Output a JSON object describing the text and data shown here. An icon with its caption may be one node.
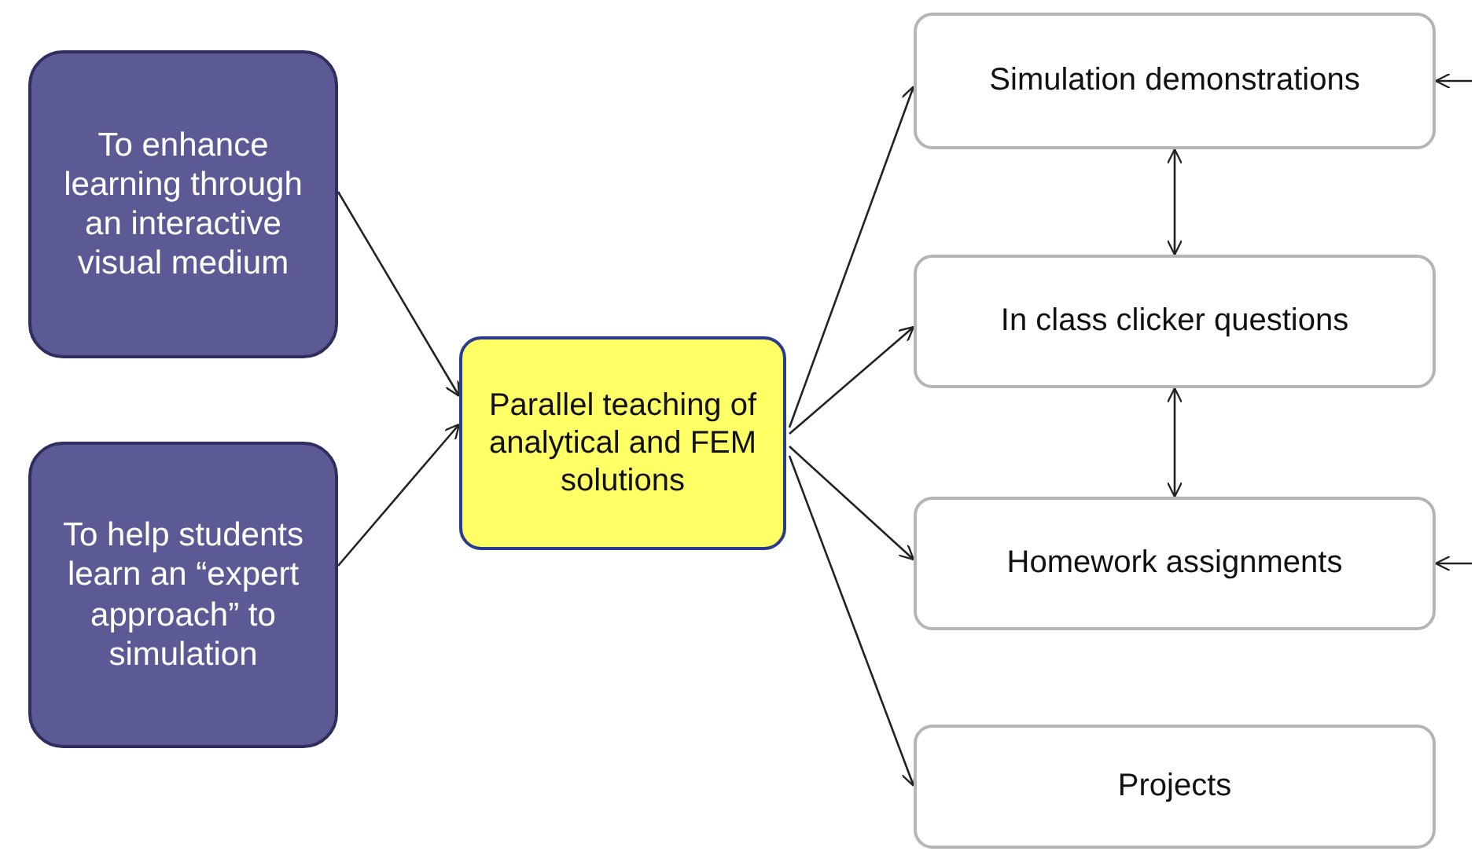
{
  "diagram": {
    "nodes": [
      {
        "text": [
          "To enhance learning through an interactive visual medium"
        ]
      },
      {
        "text": [
          "To help students learn an “expert approach” to simulation"
        ]
      },
      {
        "text": [
          "Parallel teaching of analytical and FEM solutions"
        ]
      },
      {
        "text": [
          "Simulation demonstrations"
        ]
      },
      {
        "text": [
          "In class clicker questions"
        ]
      },
      {
        "text": [
          "Homework assignments"
        ]
      },
      {
        "text": [
          "Projects"
        ]
      }
    ],
    "edges": [
      {
        "from": 0,
        "to": 2,
        "arrow": "to"
      },
      {
        "from": 1,
        "to": 2,
        "arrow": "to"
      },
      {
        "from": 2,
        "to": 3,
        "arrow": "to"
      },
      {
        "from": 2,
        "to": 4,
        "arrow": "to"
      },
      {
        "from": 2,
        "to": 5,
        "arrow": "to"
      },
      {
        "from": 2,
        "to": 6,
        "arrow": "to"
      },
      {
        "from": 3,
        "to": 4,
        "arrow": "both"
      },
      {
        "from": 4,
        "to": 5,
        "arrow": "both"
      },
      {
        "from": null,
        "to": 3,
        "arrow": "to"
      },
      {
        "from": null,
        "to": 5,
        "arrow": "to"
      }
    ]
  }
}
